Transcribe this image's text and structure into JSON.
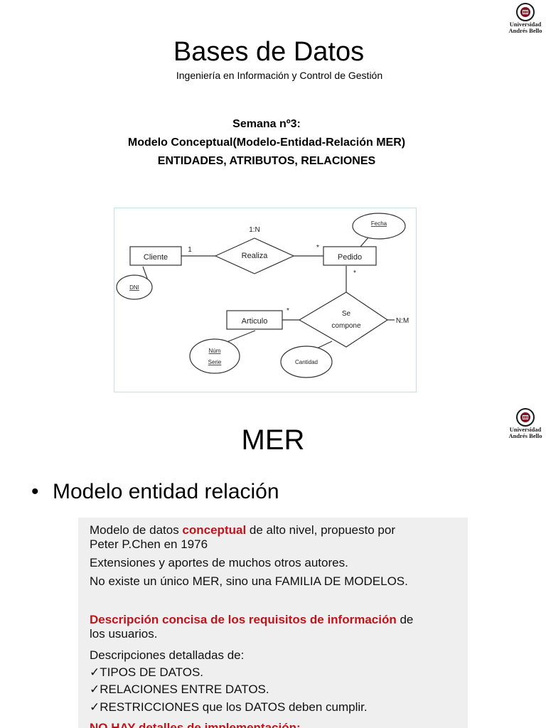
{
  "logo": {
    "name_line1": "Universidad",
    "name_line2": "Andrés Bello",
    "color": "#7a1420"
  },
  "slide1": {
    "title": "Bases de Datos",
    "subtitle": "Ingeniería en Información y Control de Gestión",
    "week": "Semana nº3:",
    "topic": "Modelo Conceptual(Modelo-Entidad-Relación MER)",
    "subtopic": "ENTIDADES, ATRIBUTOS, RELACIONES"
  },
  "diagram": {
    "entities": [
      "Cliente",
      "Pedido",
      "Articulo"
    ],
    "relationships": [
      "Realiza",
      "Se",
      "compone"
    ],
    "attributes": [
      "DNI",
      "Fecha",
      "Núm",
      "Serie",
      "Cantidad"
    ],
    "cardinalities": [
      "1:N",
      "N:M",
      "1",
      "*",
      "*",
      "*"
    ]
  },
  "slide2": {
    "title": "MER",
    "bullet": "Modelo entidad relación",
    "para1_pre": "Modelo de datos ",
    "para1_hl": "conceptual",
    "para1_post": " de alto nivel, propuesto por",
    "para1_line2": "Peter P.Chen en 1976",
    "para2": "Extensiones y aportes de muchos otros autores.",
    "para3": "No existe un único MER, sino una FAMILIA DE MODELOS.",
    "para4_hl": "Descripción concisa de los requisitos de información",
    "para4_post": " de",
    "para4_line2": "los usuarios.",
    "para5": "Descripciones detalladas de:",
    "checks": [
      "✓TIPOS DE DATOS.",
      "✓RELACIONES ENTRE DATOS.",
      "✓RESTRICCIONES que los DATOS deben cumplir."
    ],
    "last": "NO HAY detalles de implementación:"
  }
}
